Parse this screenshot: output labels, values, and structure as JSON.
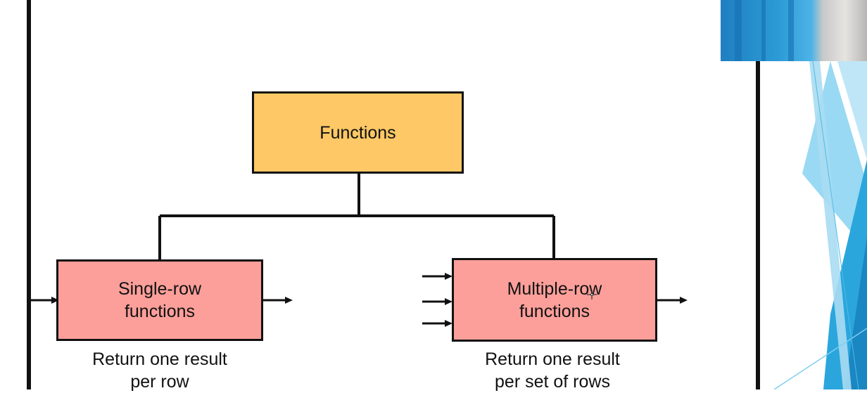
{
  "diagram": {
    "root": {
      "label": "Functions"
    },
    "children": [
      {
        "label": "Single-row\nfunctions",
        "caption": "Return one result\nper row"
      },
      {
        "label": "Multiple-row\nfunctions",
        "caption": "Return one result\nper set of rows"
      }
    ]
  },
  "colors": {
    "root_fill": "#fdc865",
    "child_fill": "#fc9f9a",
    "line": "#111111",
    "theme_blue": "#2aa6dd"
  },
  "icons": [
    "arrow-right-icon",
    "cursor-move-icon"
  ]
}
